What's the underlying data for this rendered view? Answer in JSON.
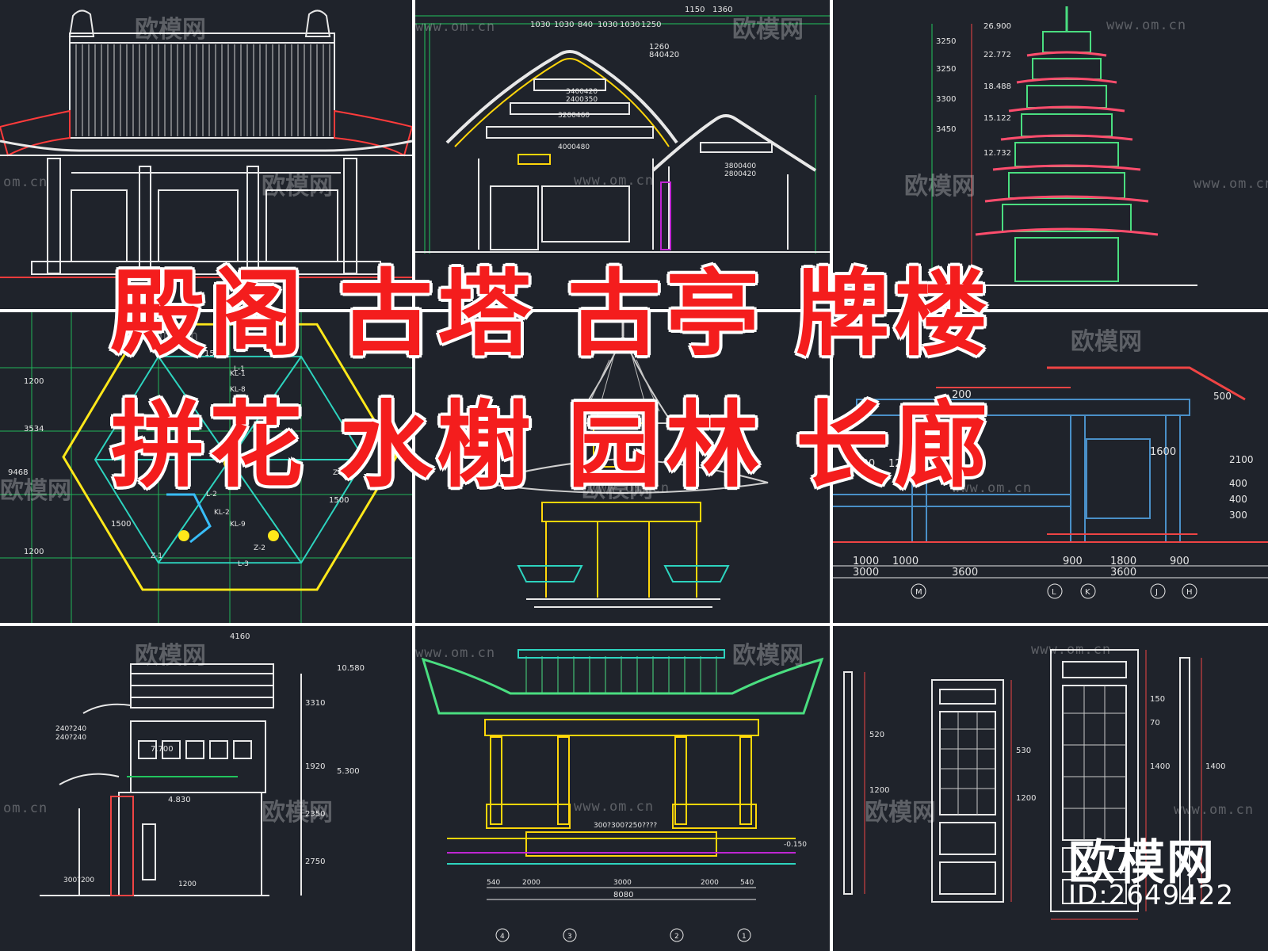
{
  "headline": {
    "row1": [
      "殿阁",
      "古塔",
      "古亭",
      "牌楼"
    ],
    "row2": [
      "拼花",
      "水榭",
      "园林",
      "长廊"
    ]
  },
  "watermark": {
    "logo": "欧模网",
    "url_full": "www.om.cn",
    "url_short": "om.cn"
  },
  "brand": {
    "name": "欧模网",
    "id": "ID:2649422"
  },
  "panels": {
    "hall_section": {
      "dims": [
        "1150",
        "1360",
        "1030",
        "1030",
        "840",
        "1030",
        "1030",
        "1250",
        "1260",
        "840420",
        "3400420",
        "2400350",
        "4000480",
        "3200460",
        "3800400",
        "2800420"
      ]
    },
    "pagoda": {
      "levels": [
        "26.900",
        "22.772",
        "18.488",
        "15.122",
        "12.732"
      ],
      "dims": [
        "3250",
        "3250",
        "3300",
        "3450"
      ]
    },
    "pavilion_plan": {
      "dims": [
        "1500",
        "1200",
        "3534",
        "9468",
        "1200",
        "1500",
        "1500"
      ],
      "labels": [
        "KL-1",
        "KL-2",
        "KL-8",
        "KL-9",
        "L-1",
        "Z-4",
        "Z-2",
        "L-2",
        "L-3",
        "Z-1"
      ]
    },
    "corridor_section": {
      "dims": [
        "200",
        "1500",
        "1250",
        "1000",
        "1000",
        "3000",
        "3600",
        "900",
        "1800",
        "900",
        "3600",
        "1600",
        "500",
        "2100",
        "300",
        "400",
        "400"
      ],
      "axes": [
        "M",
        "L",
        "K",
        "J",
        "H"
      ]
    },
    "gate_section": {
      "levels": [
        "10.580",
        "5.300",
        "4.830",
        "7.700"
      ],
      "dims": [
        "2750",
        "1920",
        "3310",
        "2350",
        "4160"
      ],
      "notes": [
        "240?240",
        "240?240",
        "300?200",
        "1200"
      ]
    },
    "pavilion_front": {
      "dims": [
        "540",
        "2000",
        "3000",
        "2000",
        "540",
        "8080"
      ],
      "axes": [
        "4",
        "3",
        "2",
        "1"
      ],
      "note": "300?300?250????",
      "level": "-0.150"
    },
    "door_details": {
      "dims": [
        "520",
        "1200",
        "530",
        "1200",
        "1400",
        "1400",
        "150",
        "70"
      ]
    }
  }
}
